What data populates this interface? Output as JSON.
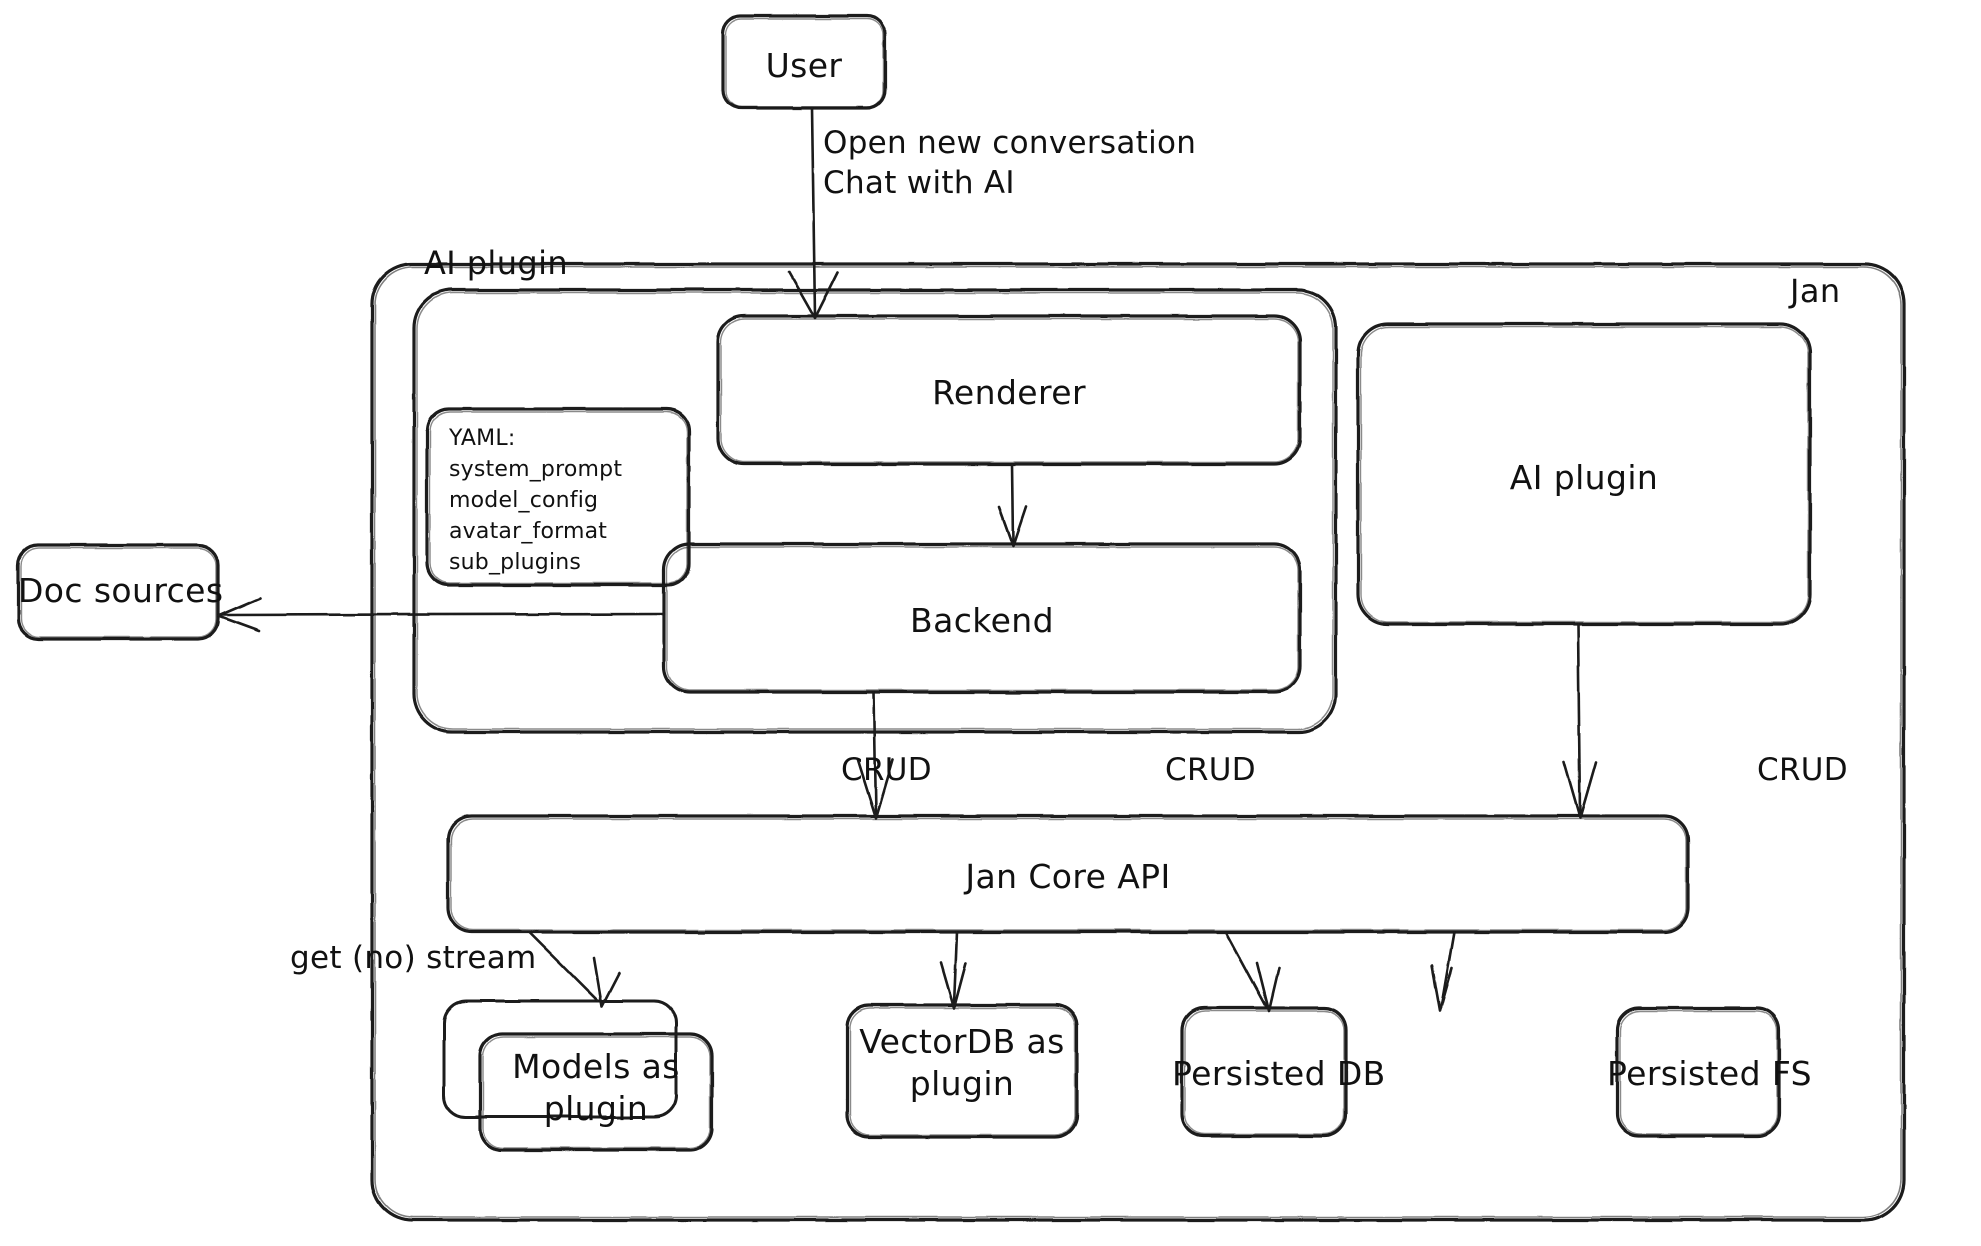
{
  "diagram": {
    "title": "Jan architecture sketch",
    "style": "hand-drawn whiteboard",
    "stroke_color": "#1a1a1a",
    "fill_color": "#ffffff",
    "background": "#ffffff"
  },
  "nodes": {
    "user": {
      "label": "User"
    },
    "renderer": {
      "label": "Renderer"
    },
    "backend": {
      "label": "Backend"
    },
    "ai_plugin_right": {
      "label": "AI plugin"
    },
    "doc_sources": {
      "label": "Doc sources"
    },
    "jan_core_api": {
      "label": "Jan Core API"
    },
    "models_plugin": {
      "label": "Models as\nplugin"
    },
    "vectordb_plugin": {
      "label": "VectorDB as\nplugin"
    },
    "persisted_db": {
      "label": "Persisted DB"
    },
    "persisted_fs": {
      "label": "Persisted FS"
    }
  },
  "groups": {
    "jan": {
      "label": "Jan"
    },
    "ai_plugin": {
      "label": "AI plugin"
    }
  },
  "yaml_card": {
    "heading": "YAML:",
    "keys": [
      "system_prompt",
      "model_config",
      "avatar_format",
      "sub_plugins"
    ]
  },
  "edges": [
    {
      "from": "user",
      "to": "renderer",
      "label": "Open new conversation\nChat with AI"
    },
    {
      "from": "renderer",
      "to": "backend",
      "label": ""
    },
    {
      "from": "backend",
      "to": "doc_sources",
      "label": ""
    },
    {
      "from": "backend",
      "to": "jan_core_api",
      "label": ""
    },
    {
      "from": "ai_plugin_right",
      "to": "jan_core_api",
      "label": ""
    },
    {
      "from": "jan_core_api",
      "to": "models_plugin",
      "label": "get (no) stream"
    },
    {
      "from": "jan_core_api",
      "to": "vectordb_plugin",
      "label": "CRUD"
    },
    {
      "from": "jan_core_api",
      "to": "persisted_db",
      "label": "CRUD"
    },
    {
      "from": "jan_core_api",
      "to": "persisted_fs",
      "label": "CRUD"
    }
  ],
  "edge_labels": {
    "user_to_renderer_line1": "Open new conversation",
    "user_to_renderer_line2": "Chat with AI",
    "get_no_stream": "get (no) stream",
    "crud_vectordb": "CRUD",
    "crud_persisted_db": "CRUD",
    "crud_persisted_fs": "CRUD"
  }
}
